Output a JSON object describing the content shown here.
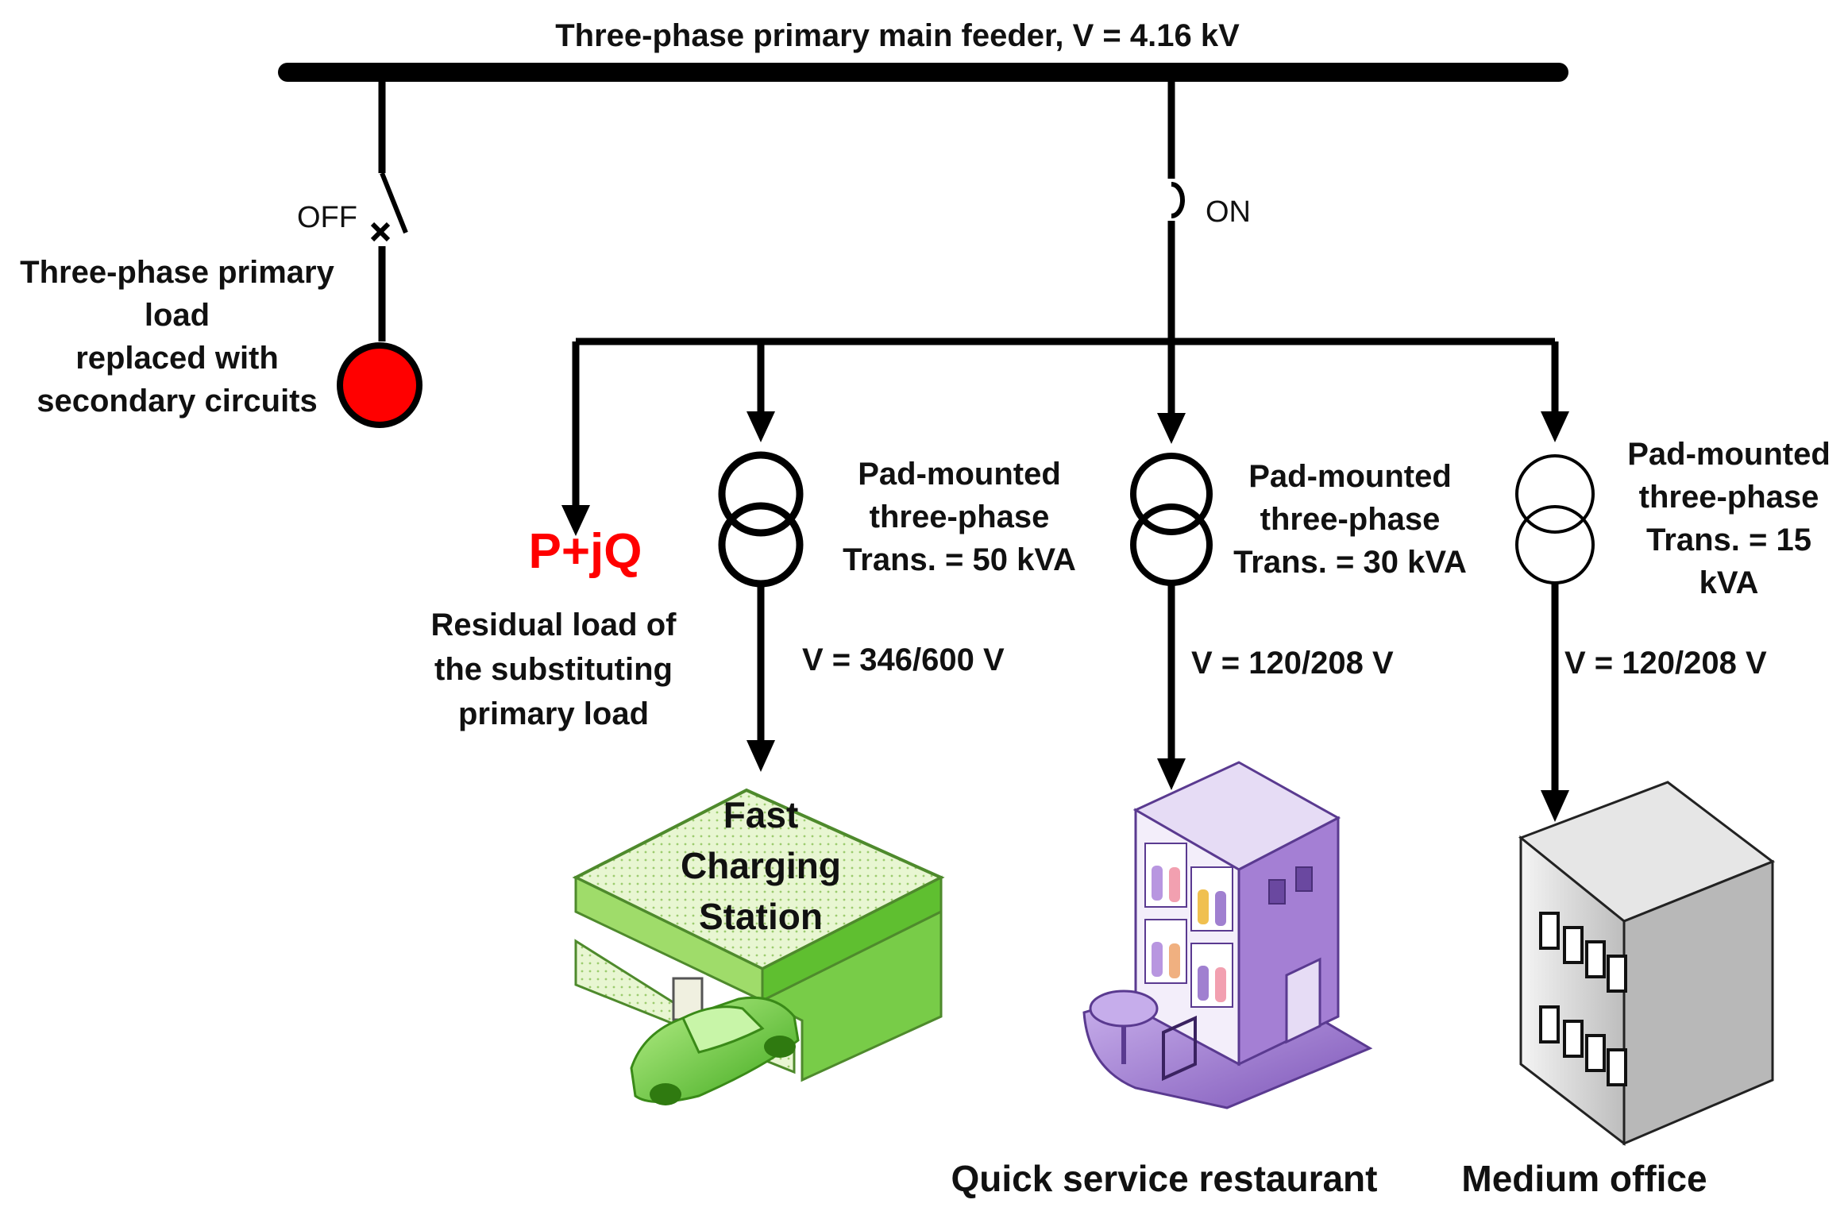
{
  "colors": {
    "line": "#000000",
    "red": "#ff0000",
    "green": "#6fd040",
    "green_light": "#e5f5c8",
    "purple": "#9b72cf",
    "gray": "#cfcfcf"
  },
  "feeder": {
    "label": "Three-phase primary main feeder, V =  4.16 kV"
  },
  "switches": {
    "off_label": "OFF",
    "on_label": "ON"
  },
  "primary_load": {
    "lines": [
      "Three-phase primary",
      "load",
      "replaced with",
      "secondary circuits"
    ],
    "icon": "red-load-circle-icon"
  },
  "residual": {
    "pq_label": "P+jQ",
    "lines": [
      "Residual load of",
      "the substituting",
      "primary load"
    ]
  },
  "transformers": [
    {
      "lines": [
        "Pad-mounted",
        "three-phase",
        "Trans. = 50 kVA"
      ],
      "voltage": "V = 346/600 V"
    },
    {
      "lines": [
        "Pad-mounted",
        "three-phase",
        "Trans. = 30 kVA"
      ],
      "voltage": "V = 120/208 V"
    },
    {
      "lines": [
        "Pad-mounted",
        "three-phase",
        "Trans. = 15",
        "kVA"
      ],
      "voltage": "V = 120/208 V"
    }
  ],
  "buildings": {
    "charging_station": {
      "lines": [
        "Fast",
        "Charging",
        "Station"
      ],
      "icon": "charging-station-icon"
    },
    "restaurant": {
      "label": "Quick service restaurant",
      "icon": "restaurant-building-icon"
    },
    "office": {
      "label": "Medium office",
      "icon": "office-building-icon"
    }
  }
}
